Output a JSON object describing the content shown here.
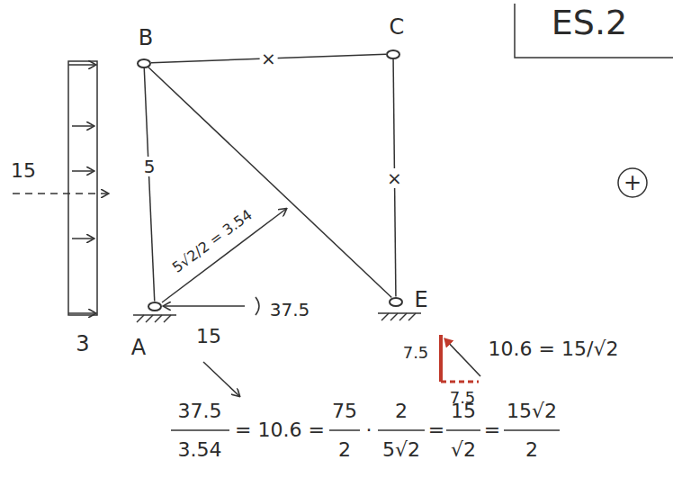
{
  "diagram": {
    "nodes": [
      {
        "text": [
          "B"
        ]
      },
      {
        "text": [
          "C"
        ]
      },
      {
        "text": [
          "A"
        ]
      },
      {
        "text": [
          "E"
        ]
      }
    ],
    "edges": [
      {
        "from": 0,
        "to": 1,
        "arrow": "none",
        "label": "×"
      },
      {
        "from": 1,
        "to": 3,
        "arrow": "none",
        "label": "×"
      },
      {
        "from": 0,
        "to": 2,
        "arrow": "none",
        "label": "5"
      },
      {
        "from": 0,
        "to": 3,
        "arrow": "none"
      }
    ],
    "labels": [
      "ES.2",
      "+",
      "15",
      "3",
      "5√2/2 = 3.54",
      "15",
      "37.5",
      "7.5",
      "7.5",
      "10.6 = 15/√2",
      "37.5",
      "3.54",
      "= 10.6 =",
      "75",
      "2",
      "·",
      "2",
      "5√2",
      "=",
      "15",
      "√2",
      "=",
      "15√2",
      "2"
    ]
  }
}
